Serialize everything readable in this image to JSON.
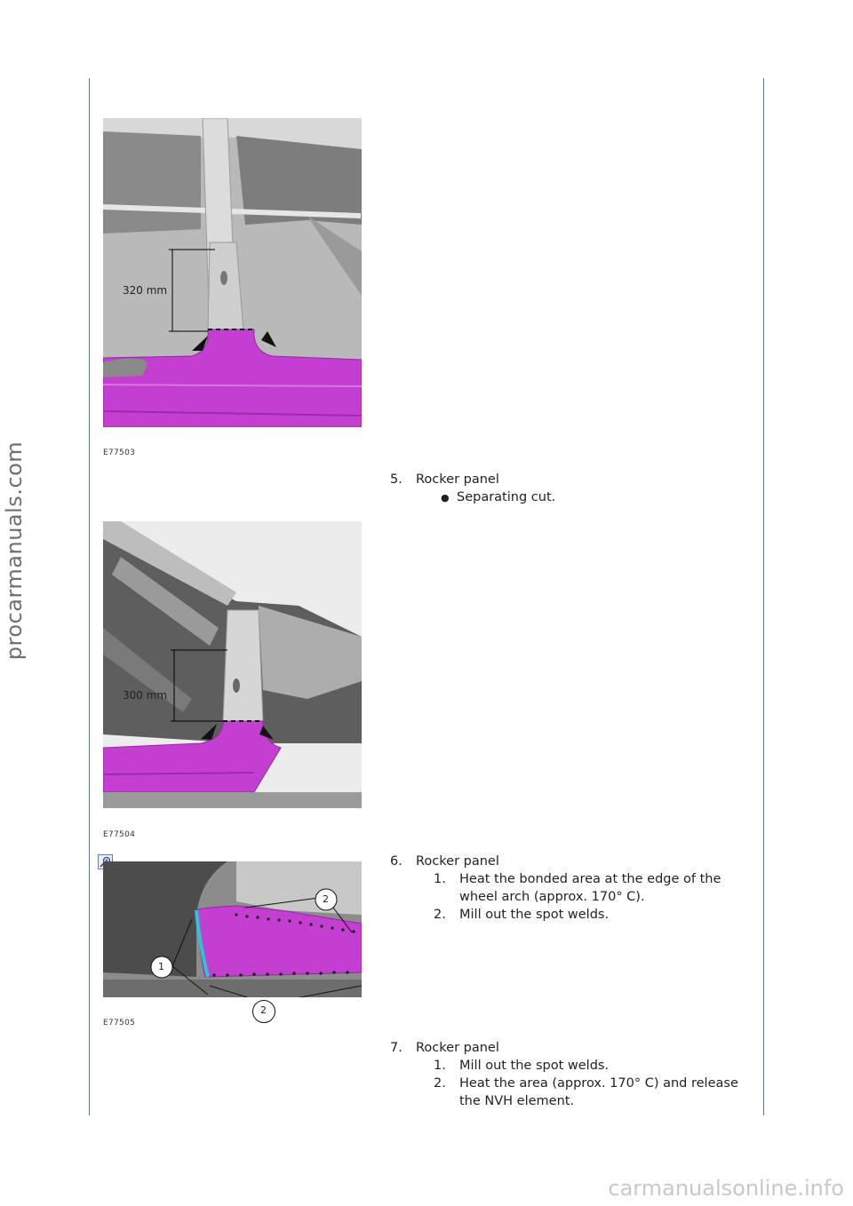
{
  "watermarks": {
    "side": "procarmanuals.com",
    "footer": "carmanualsonline.info"
  },
  "figures": [
    {
      "code": "E77503",
      "dimension": "320 mm"
    },
    {
      "code": "E77504",
      "dimension": "300 mm"
    },
    {
      "code": "E77505",
      "callouts": [
        "1",
        "2",
        "2"
      ]
    }
  ],
  "steps": [
    {
      "number": "5.",
      "title": "Rocker panel",
      "bullets": [
        "Separating cut."
      ]
    },
    {
      "number": "6.",
      "title": "Rocker panel",
      "items": [
        {
          "n": "1.",
          "text": "Heat the bonded area at the edge of the wheel arch (approx. 170° C)."
        },
        {
          "n": "2.",
          "text": "Mill out the spot welds."
        }
      ]
    },
    {
      "number": "7.",
      "title": "Rocker panel",
      "items": [
        {
          "n": "1.",
          "text": "Mill out the spot welds."
        },
        {
          "n": "2.",
          "text": "Heat the area (approx. 170° C) and release the NVH element."
        }
      ]
    }
  ],
  "colors": {
    "panel_highlight": "#c43fd1",
    "rule": "#4a78b5",
    "bond_line": "#2ec4d6"
  }
}
